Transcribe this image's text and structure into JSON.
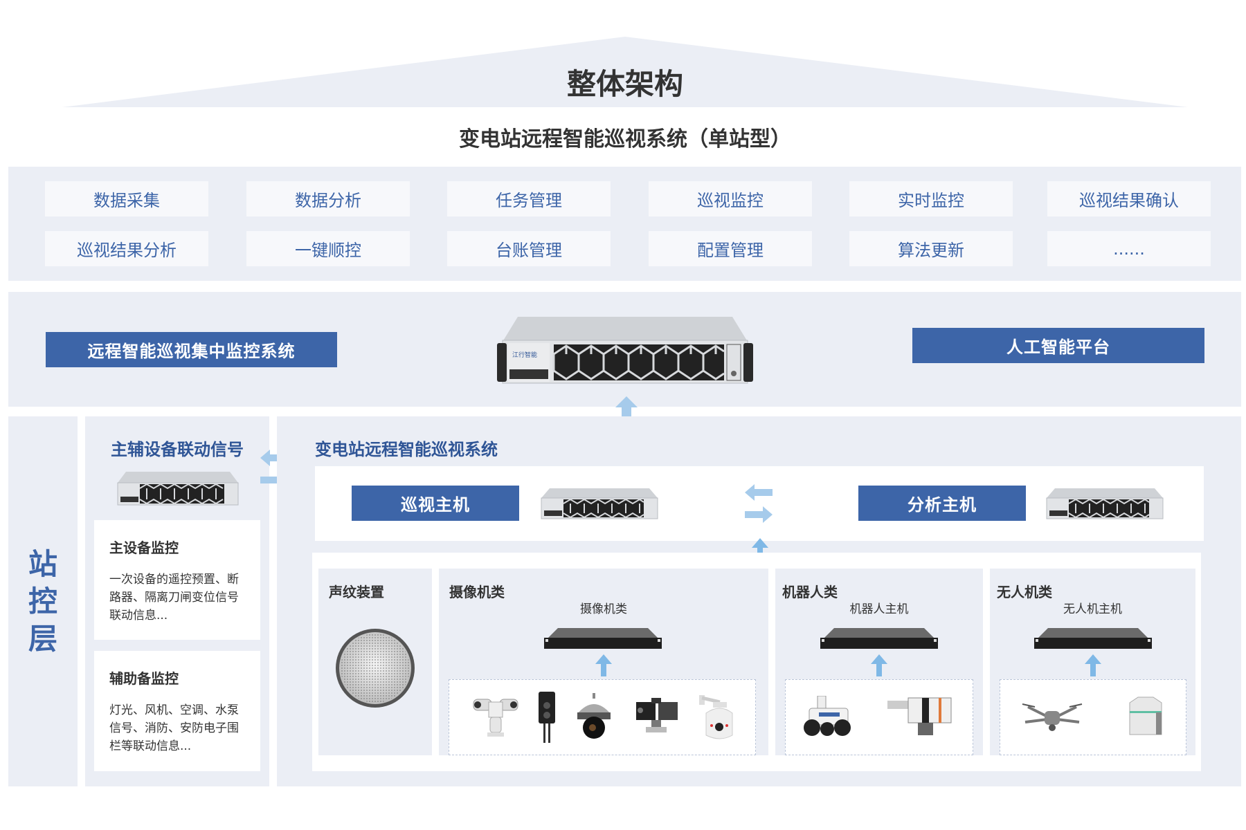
{
  "header": {
    "title": "整体架构",
    "subtitle": "变电站远程智能巡视系统（单站型）"
  },
  "functions": {
    "row1": [
      "数据采集",
      "数据分析",
      "任务管理",
      "巡视监控",
      "实时监控",
      "巡视结果确认"
    ],
    "row2": [
      "巡视结果分析",
      "一键顺控",
      "台账管理",
      "配置管理",
      "算法更新",
      "......"
    ]
  },
  "central": {
    "left_button": "远程智能巡视集中监控系统",
    "right_button": "人工智能平台",
    "server_brand": "江行智能"
  },
  "station": {
    "layer_label": [
      "站",
      "控",
      "层"
    ],
    "signal": {
      "title": "主辅设备联动信号",
      "cards": [
        {
          "title": "主设备监控",
          "desc": "一次设备的遥控预置、断路器、隔离刀闸变位信号联动信息..."
        },
        {
          "title": "辅助备监控",
          "desc": "灯光、风机、空调、水泵信号、消防、安防电子围栏等联动信息..."
        }
      ]
    },
    "system": {
      "title": "变电站远程智能巡视系统",
      "patrol_host": "巡视主机",
      "analysis_host": "分析主机"
    },
    "devices": {
      "sound": {
        "title": "声纹装置"
      },
      "camera": {
        "title": "摄像机类",
        "host_label": "摄像机类"
      },
      "robot": {
        "title": "机器人类",
        "host_label": "机器人主机"
      },
      "drone": {
        "title": "无人机类",
        "host_label": "无人机主机"
      }
    }
  },
  "colors": {
    "accent_blue": "#3d65a8",
    "panel_bg": "#ebeef5",
    "arrow": "#a6cbeb"
  }
}
